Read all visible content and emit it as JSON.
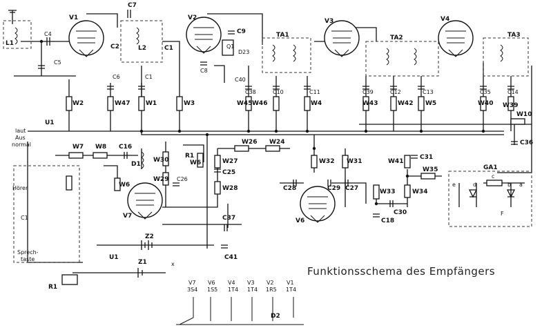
{
  "title": "Funktionsschema des Empfängers",
  "tubes": [
    "V1",
    "V2",
    "V3",
    "V4",
    "V6",
    "V7"
  ],
  "transformers": [
    "TA1",
    "TA2",
    "TA3"
  ],
  "rectifier_box": "GA1",
  "labels": {
    "L1": "L1",
    "C4": "C4",
    "C5": "C5",
    "C7": "C7",
    "C2": "C2",
    "L2": "L2",
    "C1": "C1",
    "C6": "C6",
    "C1b": "C1",
    "W2": "W2",
    "W47": "W47",
    "W1": "W1",
    "W3": "W3",
    "C8": "C8",
    "C9": "C9",
    "Q1": "Q1",
    "D23": "D23",
    "C40": "C40",
    "C38": "C38",
    "C10": "C10",
    "C11": "C11",
    "W45": "W45",
    "W46": "W46",
    "W4": "W4",
    "C39": "C39",
    "C12": "C12",
    "C13": "C13",
    "W43": "W43",
    "W42": "W42",
    "W5": "W5",
    "C35": "C35",
    "C14": "C14",
    "W40": "W40",
    "W39": "W39",
    "W10": "W10",
    "C36": "C36",
    "U1": "U1",
    "laut": "laut",
    "Aus": "Aus",
    "normal": "normal",
    "W7": "W7",
    "W8": "W8",
    "C16": "C16",
    "D1": "D1",
    "W30": "W30",
    "R1": "R1",
    "W6": "W6",
    "W29": "W29",
    "C26": "C26",
    "W26": "W26",
    "W24": "W24",
    "W27": "W27",
    "C25": "C25",
    "W28": "W28",
    "W32": "W32",
    "W31": "W31",
    "C28": "C28",
    "C29": "C29",
    "C27": "C27",
    "W33": "W33",
    "W41": "W41",
    "C31": "C31",
    "W35": "W35",
    "W34": "W34",
    "C30": "C30",
    "C18": "C18",
    "C37": "C37",
    "C41": "C41",
    "Z2": "Z2",
    "Z1": "Z1",
    "U1b": "U1",
    "Horer": "Hörer",
    "C1c": "C1",
    "Sprech": "Sprech-",
    "taste": "taste",
    "R1b": "R1",
    "D2": "D2",
    "e": "e",
    "d": "d",
    "c": "c",
    "b": "b",
    "a": "a",
    "F": "F",
    "x": "x"
  },
  "heater_table": {
    "tubes": [
      "V7",
      "V6",
      "V4",
      "V3",
      "V2",
      "V1"
    ],
    "types": [
      "3S4",
      "1S5",
      "1T4",
      "1T4",
      "1R5",
      "1T4"
    ]
  }
}
